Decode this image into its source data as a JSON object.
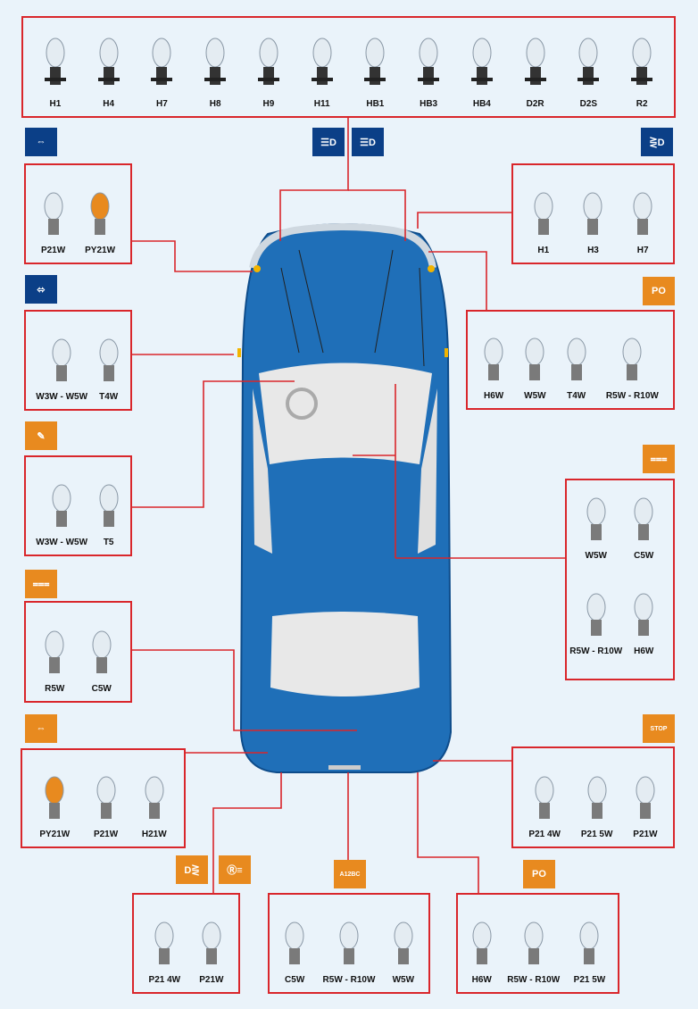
{
  "headlamp_bulbs": [
    "H1",
    "H4",
    "H7",
    "H8",
    "H9",
    "H11",
    "HB1",
    "HB3",
    "HB4",
    "D2R",
    "D2S",
    "R2"
  ],
  "groups": {
    "front_indicator": [
      "P21W",
      "PY21W"
    ],
    "side_indicator": [
      "W3W - W5W",
      "T4W"
    ],
    "interior_light": [
      "W3W - W5W",
      "T5"
    ],
    "boot_light": [
      "R5W",
      "C5W"
    ],
    "rear_indicator": [
      "PY21W",
      "P21W",
      "H21W"
    ],
    "fog_lamp": [
      "H1",
      "H3",
      "H7"
    ],
    "position_light": [
      "H6W",
      "W5W",
      "T4W",
      "R5W - R10W"
    ],
    "interior_light_2": [
      "W5W",
      "C5W",
      "R5W - R10W",
      "H6W"
    ],
    "stop_light": [
      "P21 4W",
      "P21 5W",
      "P21W"
    ],
    "rear_fog_reverse": [
      "P21 4W",
      "P21W"
    ],
    "plate_light": [
      "C5W",
      "R5W - R10W",
      "W5W"
    ],
    "rear_position": [
      "H6W",
      "R5W - R10W",
      "P21 5W"
    ]
  },
  "icons": {
    "po": "PO",
    "stop": "STOP",
    "plate": "A12BC",
    "po2": "PO"
  },
  "colors": {
    "frame": "#d9262b",
    "blue": "#0b3f87",
    "orange": "#e88a1f",
    "car": "#1f6fb8"
  }
}
